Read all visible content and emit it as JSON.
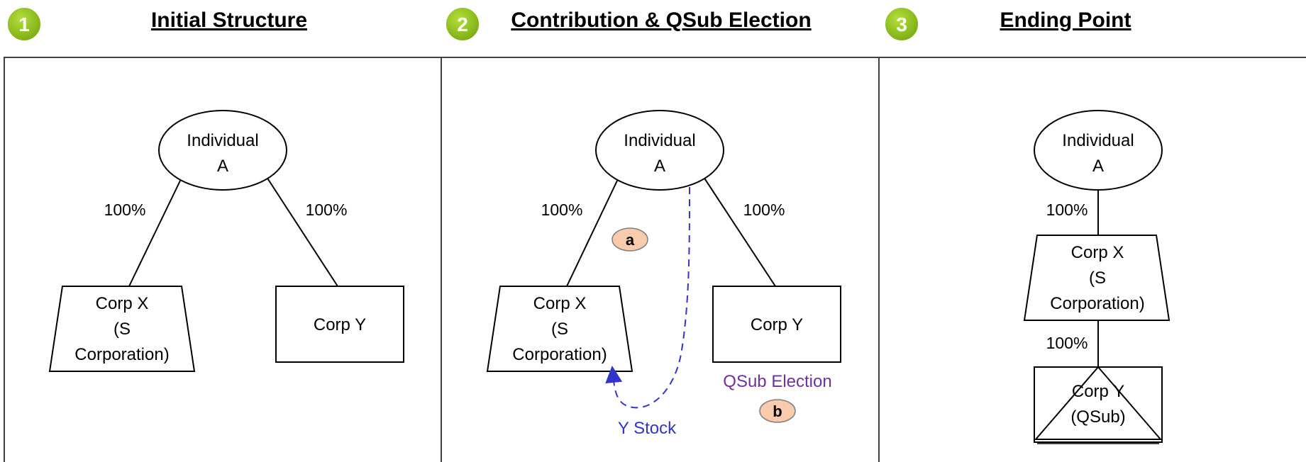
{
  "panels": [
    {
      "number": "1",
      "title": "Initial Structure"
    },
    {
      "number": "2",
      "title": "Contribution & QSub Election"
    },
    {
      "number": "3",
      "title": "Ending Point"
    }
  ],
  "p1": {
    "individual": [
      "Individual",
      "A"
    ],
    "pct_left": "100%",
    "pct_right": "100%",
    "corp_x": [
      "Corp X",
      "(S",
      "Corporation)"
    ],
    "corp_y": "Corp Y"
  },
  "p2": {
    "individual": [
      "Individual",
      "A"
    ],
    "pct_left": "100%",
    "pct_right": "100%",
    "corp_x": [
      "Corp X",
      "(S",
      "Corporation)"
    ],
    "corp_y": "Corp Y",
    "step_a": "a",
    "step_b": "b",
    "y_stock": "Y Stock",
    "qsub_election": "QSub Election"
  },
  "p3": {
    "individual": [
      "Individual",
      "A"
    ],
    "pct_top": "100%",
    "pct_bottom": "100%",
    "corp_x": [
      "Corp X",
      "(S",
      "Corporation)"
    ],
    "corp_y": [
      "Corp Y",
      "(QSub)"
    ]
  },
  "colors": {
    "badge": "#8dc21f",
    "arrow": "#3333cc",
    "qsub_text": "#7030a0",
    "step_fill": "#f8cbad"
  }
}
